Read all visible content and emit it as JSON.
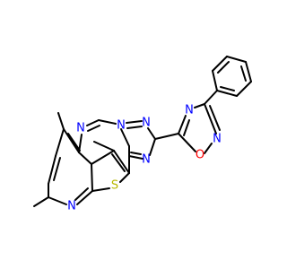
{
  "atoms": {
    "n_pyrimidine": {
      "text": "N",
      "color": "#0000ff"
    },
    "n_pyridine": {
      "text": "N",
      "color": "#0000ff"
    },
    "s_thiophene": {
      "text": "S",
      "color": "#b8b800"
    },
    "n_triazole_bridge": {
      "text": "N",
      "color": "#0000ff"
    },
    "n_triazole_top": {
      "text": "N",
      "color": "#0000ff"
    },
    "n_triazole_bottom": {
      "text": "N",
      "color": "#0000ff"
    },
    "n_oxadiazole_top": {
      "text": "N",
      "color": "#0000ff"
    },
    "o_oxadiazole": {
      "text": "O",
      "color": "#ff0000"
    },
    "n_oxadiazole_bottom": {
      "text": "N",
      "color": "#0000ff"
    }
  }
}
